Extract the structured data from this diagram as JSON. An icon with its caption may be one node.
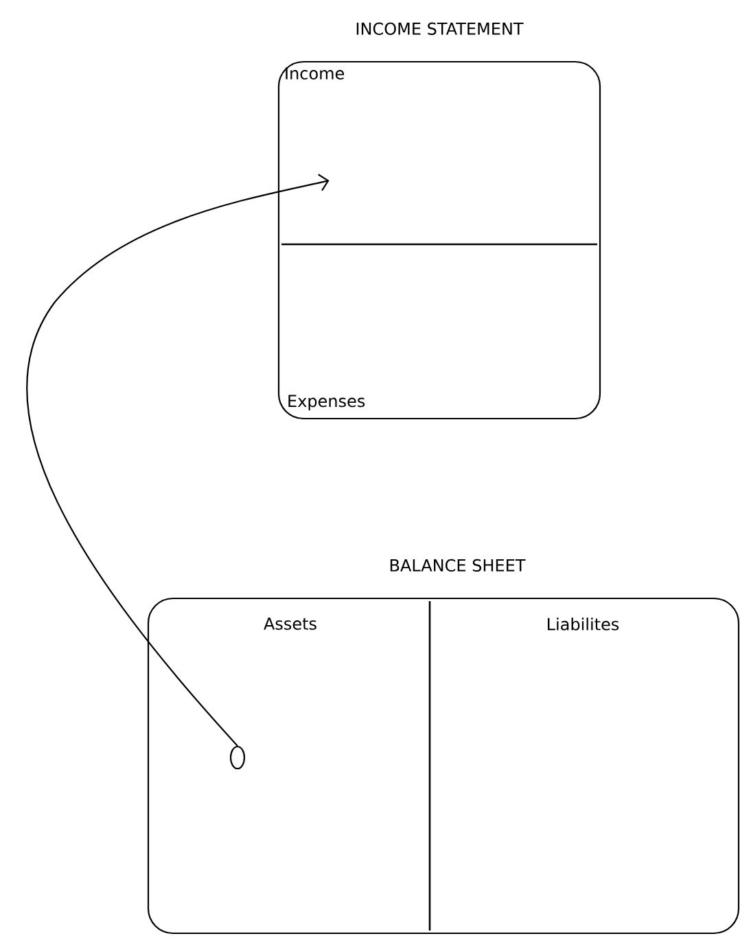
{
  "diagram": {
    "nodes": [
      {
        "text": [
          "INCOME STATEMENT"
        ]
      },
      {
        "text": [
          "Income"
        ],
        "in": 0
      },
      {
        "text": [
          "Expenses"
        ],
        "in": 0
      },
      {
        "text": [
          "BALANCE SHEET"
        ]
      },
      {
        "text": [
          "Assets"
        ],
        "in": 3
      },
      {
        "text": [
          "Liabilites"
        ],
        "in": 3
      },
      {
        "text": [],
        "shape": "circle",
        "in": 3
      }
    ],
    "edges": [
      {
        "from": 6,
        "to": 1,
        "arrow": "to"
      }
    ]
  }
}
